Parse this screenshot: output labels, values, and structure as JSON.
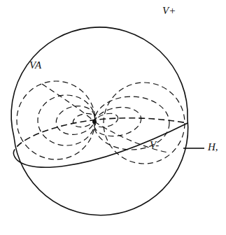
{
  "diagram": {
    "labels": [
      "V+",
      "VA",
      "V-",
      "H,"
    ]
  }
}
